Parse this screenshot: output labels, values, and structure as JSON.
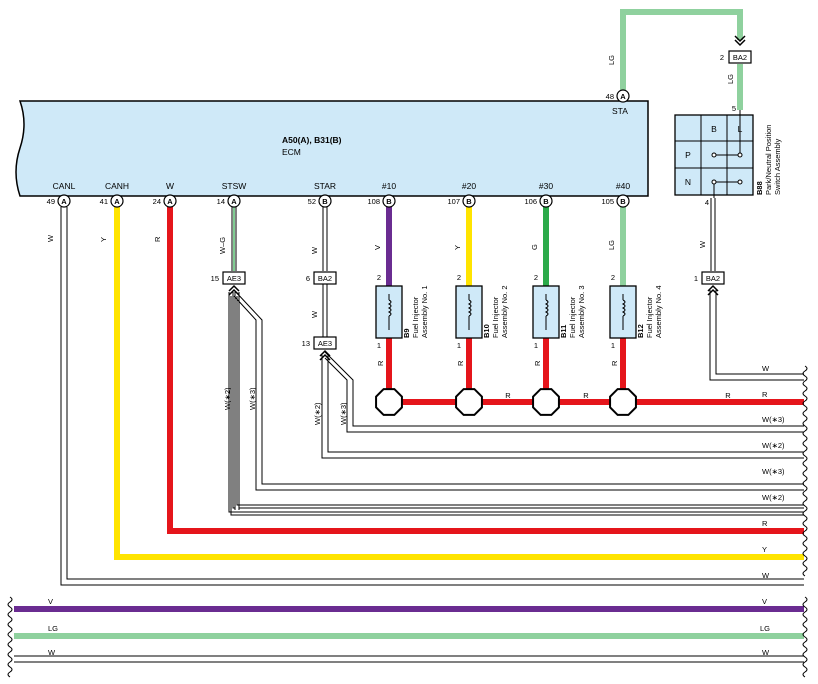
{
  "ecm": {
    "code": "A50(A), B31(B)",
    "name": "ECM"
  },
  "pins": [
    {
      "id": "canl",
      "label": "CANL",
      "num": "49",
      "conn": "A",
      "wire": "W"
    },
    {
      "id": "canh",
      "label": "CANH",
      "num": "41",
      "conn": "A",
      "wire": "Y"
    },
    {
      "id": "w",
      "label": "W",
      "num": "24",
      "conn": "A",
      "wire": "R"
    },
    {
      "id": "stsw",
      "label": "STSW",
      "num": "14",
      "conn": "A",
      "wire": "W–G"
    },
    {
      "id": "star",
      "label": "STAR",
      "num": "52",
      "conn": "B",
      "wire": "W"
    },
    {
      "id": "n10",
      "label": "#10",
      "num": "108",
      "conn": "B",
      "wire": "V"
    },
    {
      "id": "n20",
      "label": "#20",
      "num": "107",
      "conn": "B",
      "wire": "Y"
    },
    {
      "id": "n30",
      "label": "#30",
      "num": "106",
      "conn": "B",
      "wire": "G"
    },
    {
      "id": "n40",
      "label": "#40",
      "num": "105",
      "conn": "B",
      "wire": "LG"
    }
  ],
  "sta": {
    "label": "STA",
    "num": "48",
    "conn": "A",
    "wire": "LG"
  },
  "injectors": [
    {
      "code": "B9",
      "line1": "Fuel Injector",
      "line2": "Assembly No. 1",
      "top": "2",
      "bottom": "1",
      "wire_out": "R"
    },
    {
      "code": "B10",
      "line1": "Fuel Injector",
      "line2": "Assembly No. 2",
      "top": "2",
      "bottom": "1",
      "wire_out": "R"
    },
    {
      "code": "B11",
      "line1": "Fuel Injector",
      "line2": "Assembly No. 3",
      "top": "2",
      "bottom": "1",
      "wire_out": "R"
    },
    {
      "code": "B12",
      "line1": "Fuel Injector",
      "line2": "Assembly No. 4",
      "top": "2",
      "bottom": "1",
      "wire_out": "R"
    }
  ],
  "connectors": {
    "ae3_stsw": {
      "name": "AE3",
      "pin": "15"
    },
    "ba2_star": {
      "name": "BA2",
      "pin": "6"
    },
    "ae3_star": {
      "name": "AE3",
      "pin": "13",
      "wire": "W"
    },
    "ba2_top": {
      "name": "BA2",
      "pin": "2",
      "wire_in": "LG",
      "wire_out": "LG"
    },
    "ba2_right": {
      "name": "BA2",
      "pin": "1",
      "wire": "W"
    }
  },
  "switch": {
    "code": "B88",
    "line1": "Park/Neutral Position",
    "line2": "Switch Assembly",
    "col_b": "B",
    "col_l": "L",
    "row_p": "P",
    "row_n": "N",
    "pin_top": "5",
    "pin_bottom": "4"
  },
  "branch_labels": {
    "stsw_a": "W(∗2)",
    "stsw_b": "W(∗3)",
    "star_a": "W(∗2)",
    "star_b": "W(∗3)"
  },
  "junction_labels": [
    "R",
    "R",
    "R"
  ],
  "right_exits": [
    "W",
    "R",
    "W(∗3)",
    "W(∗2)",
    "W(∗3)",
    "W(∗2)",
    "R",
    "Y",
    "W"
  ],
  "bottom_buses": [
    {
      "left": "V",
      "right": "V"
    },
    {
      "left": "LG",
      "right": "LG"
    },
    {
      "left": "W",
      "right": "W"
    }
  ],
  "colors": {
    "ecm_fill": "#cfe9f8",
    "R": "#e5151b",
    "Y": "#ffe400",
    "V": "#6a2c91",
    "G": "#2baa4a",
    "LG": "#8fd19e",
    "injector_fill": "#cfe9f8",
    "black": "#000000"
  }
}
